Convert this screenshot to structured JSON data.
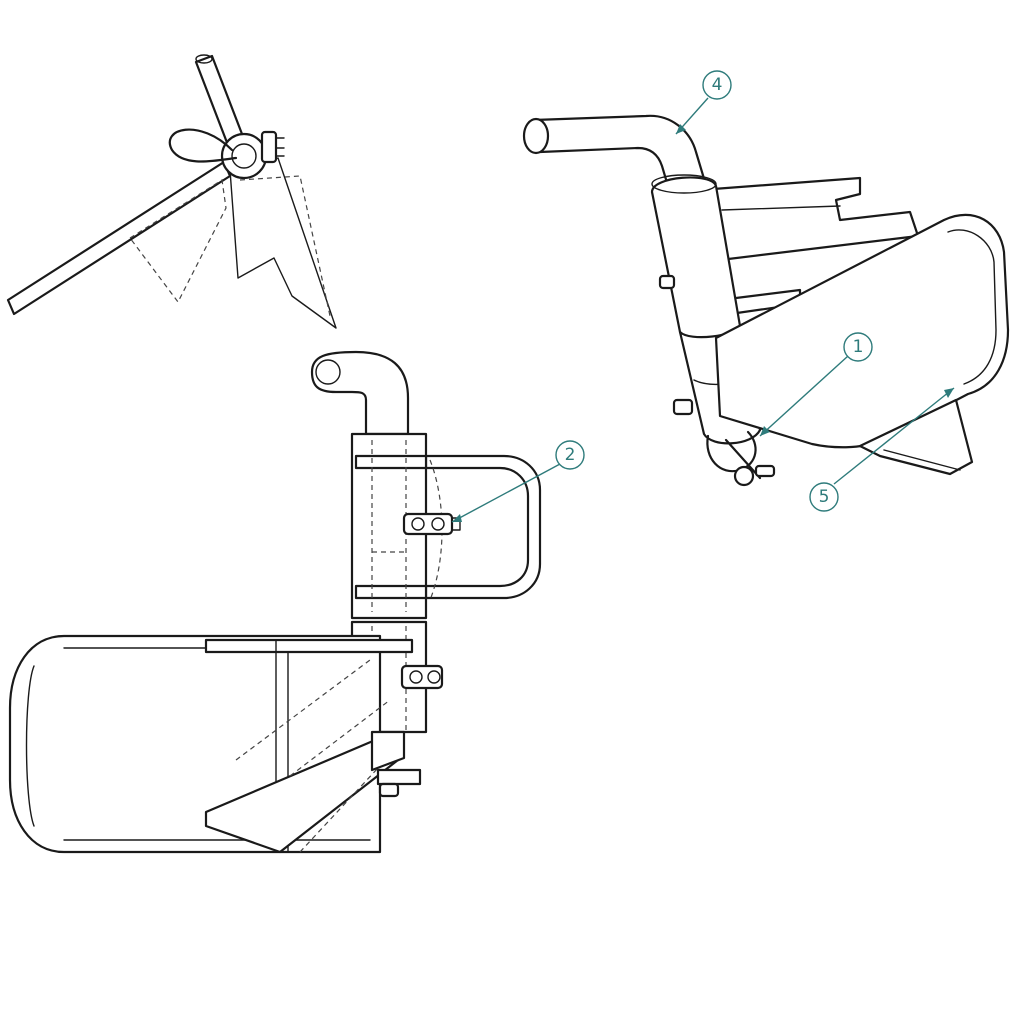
{
  "callouts": [
    {
      "id": "callout-1",
      "label": "1"
    },
    {
      "id": "callout-2",
      "label": "2"
    },
    {
      "id": "callout-4",
      "label": "4"
    },
    {
      "id": "callout-5",
      "label": "5"
    }
  ],
  "colors": {
    "line": "#1a1a1a",
    "hidden_line": "#444444",
    "callout": "#2e7b7b",
    "background": "#ffffff"
  }
}
